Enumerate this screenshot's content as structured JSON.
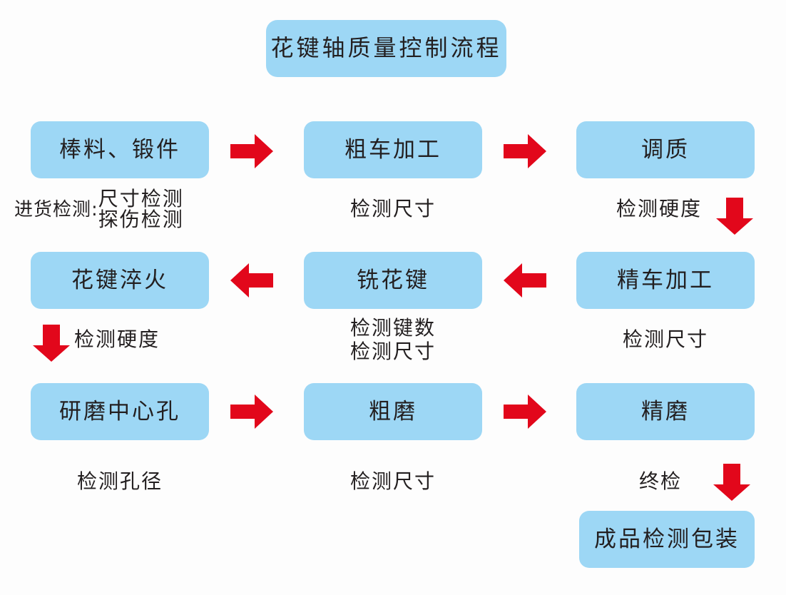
{
  "diagram": {
    "title": "花键轴质量控制流程",
    "accent_box_color": "#9DD7F5",
    "arrow_color": "#E2071B",
    "text_color": "#231f20",
    "background_color": "#FDFDFD"
  },
  "nodes": {
    "n1": "棒料、锻件",
    "n2": "粗车加工",
    "n3": "调质",
    "n4": "精车加工",
    "n5": "铣花键",
    "n6": "花键淬火",
    "n7": "研磨中心孔",
    "n8": "粗磨",
    "n9": "精磨",
    "n10": "成品检测包装"
  },
  "captions": {
    "c1_lead": "进货检测:",
    "c1_line1": "尺寸检测",
    "c1_line2": "探伤检测",
    "c2": "检测尺寸",
    "c3": "检测硬度",
    "c4": "检测尺寸",
    "c5_line1": "检测键数",
    "c5_line2": "检测尺寸",
    "c6": "检测硬度",
    "c7": "检测孔径",
    "c8": "检测尺寸",
    "c9": "终检"
  },
  "arrows": {
    "a1": "arrow-right-icon",
    "a2": "arrow-right-icon",
    "a3": "arrow-down-icon",
    "a4": "arrow-left-icon",
    "a5": "arrow-left-icon",
    "a6": "arrow-down-icon",
    "a7": "arrow-right-icon",
    "a8": "arrow-right-icon",
    "a9": "arrow-down-icon"
  }
}
